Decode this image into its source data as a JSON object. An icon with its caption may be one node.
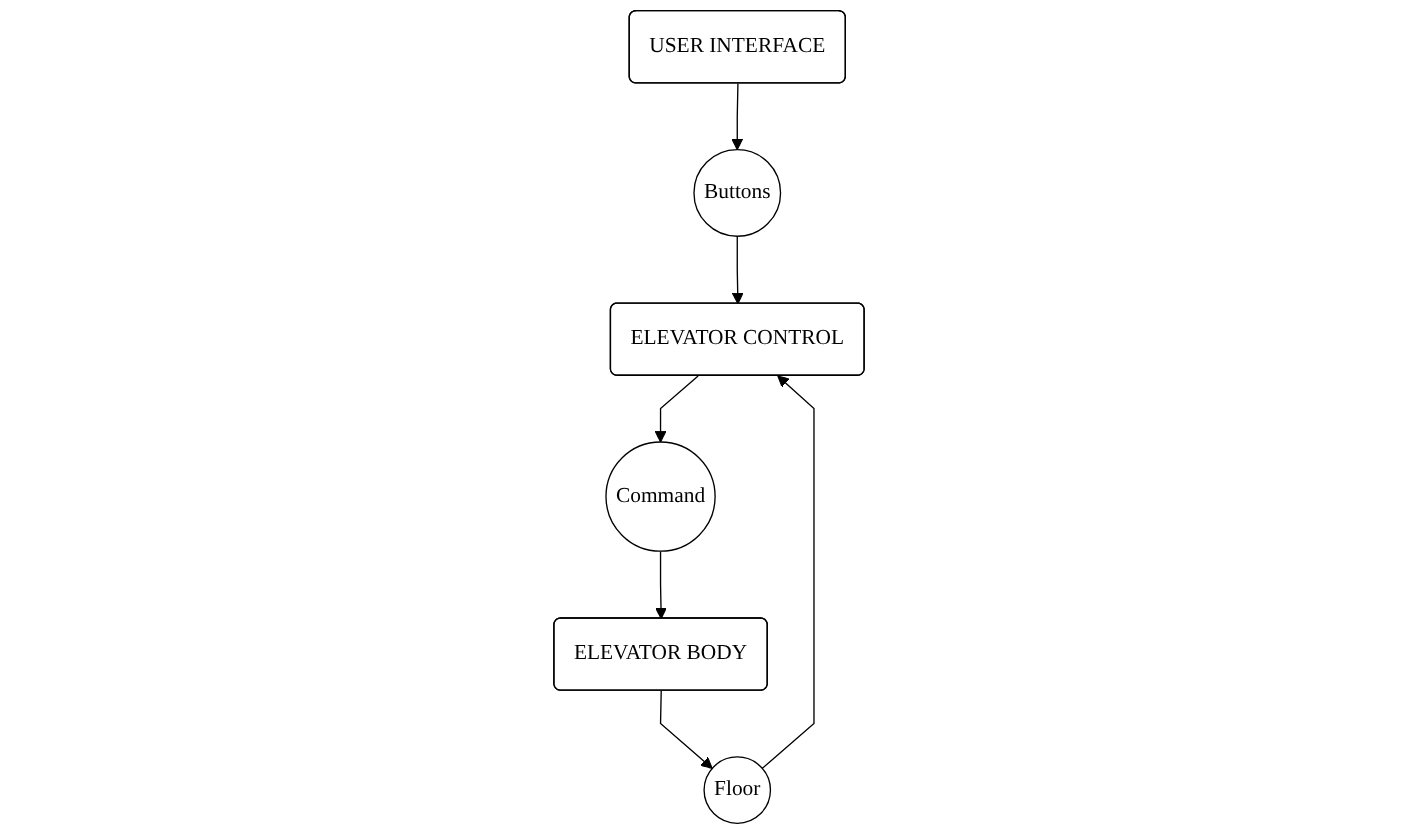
{
  "diagram": {
    "nodes": [
      {
        "text": [
          "ELEVATOR CONTROL"
        ]
      },
      {
        "text": [
          "Buttons"
        ]
      },
      {
        "text": [
          "USER INTERFACE"
        ]
      },
      {
        "text": [
          "Command"
        ]
      },
      {
        "text": [
          "Floor"
        ]
      },
      {
        "text": [
          "ELEVATOR BODY"
        ]
      }
    ],
    "edges": [
      {
        "from": 2,
        "to": 1,
        "arrow": "to"
      },
      {
        "from": 1,
        "to": 0,
        "arrow": "to"
      },
      {
        "from": 0,
        "to": 3,
        "arrow": "to"
      },
      {
        "from": 3,
        "to": 5,
        "arrow": "to"
      },
      {
        "from": 5,
        "to": 4,
        "arrow": "to"
      },
      {
        "from": 4,
        "to": 0,
        "arrow": "to"
      }
    ]
  }
}
